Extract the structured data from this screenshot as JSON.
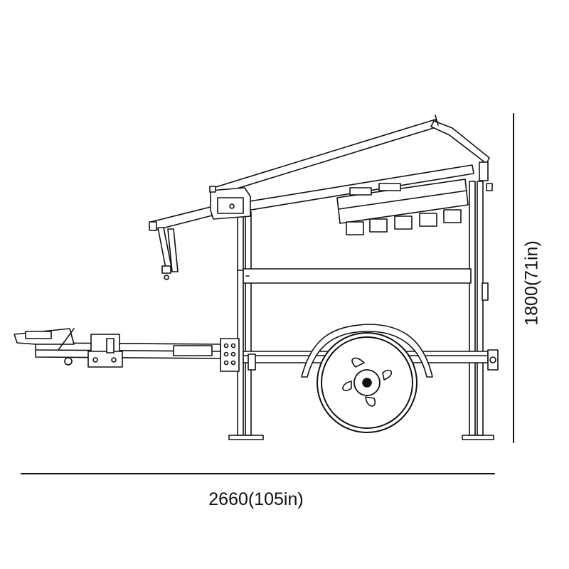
{
  "dimensions": {
    "width_label": "2660(105in)",
    "height_label": "1800(71in)"
  },
  "drawing": {
    "subject": "trailer-side-view",
    "line_color": "#111111",
    "fill_color": "#ffffff"
  }
}
